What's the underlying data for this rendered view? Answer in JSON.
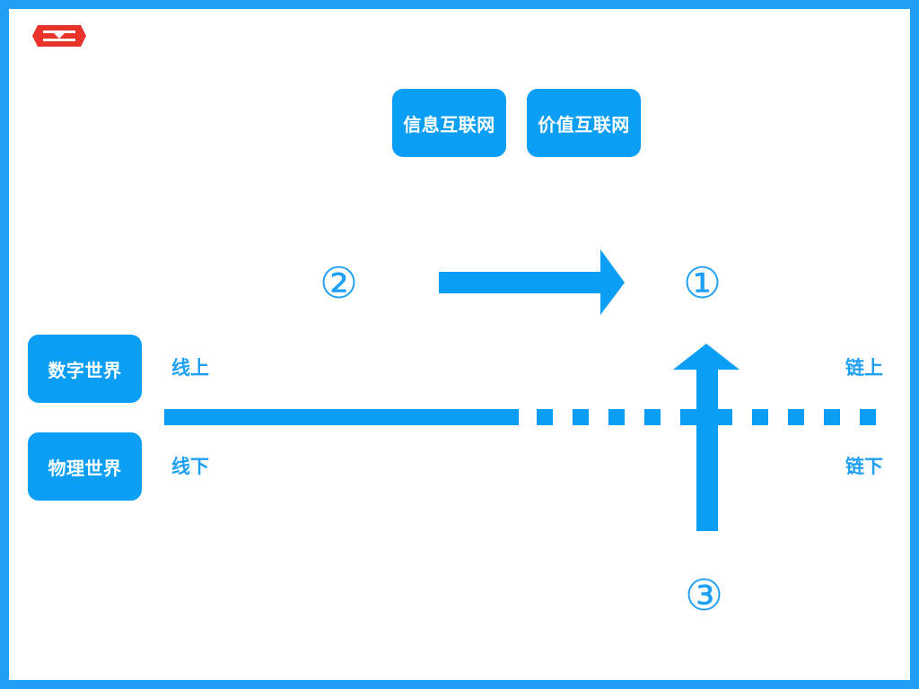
{
  "boxes": {
    "info_internet": "信息互联网",
    "value_internet": "价值互联网",
    "digital_world": "数字世界",
    "physical_world": "物理世界"
  },
  "labels": {
    "online": "线上",
    "offline": "线下",
    "on_chain": "链上",
    "off_chain": "链下"
  },
  "steps": {
    "one": "①",
    "two": "②",
    "three": "③"
  },
  "colors": {
    "accent": "#1fa0f5",
    "box_fill": "#0a9ff5",
    "logo": "#e8332a"
  },
  "icons": {
    "logo": "red-hexagon-logo-icon"
  }
}
